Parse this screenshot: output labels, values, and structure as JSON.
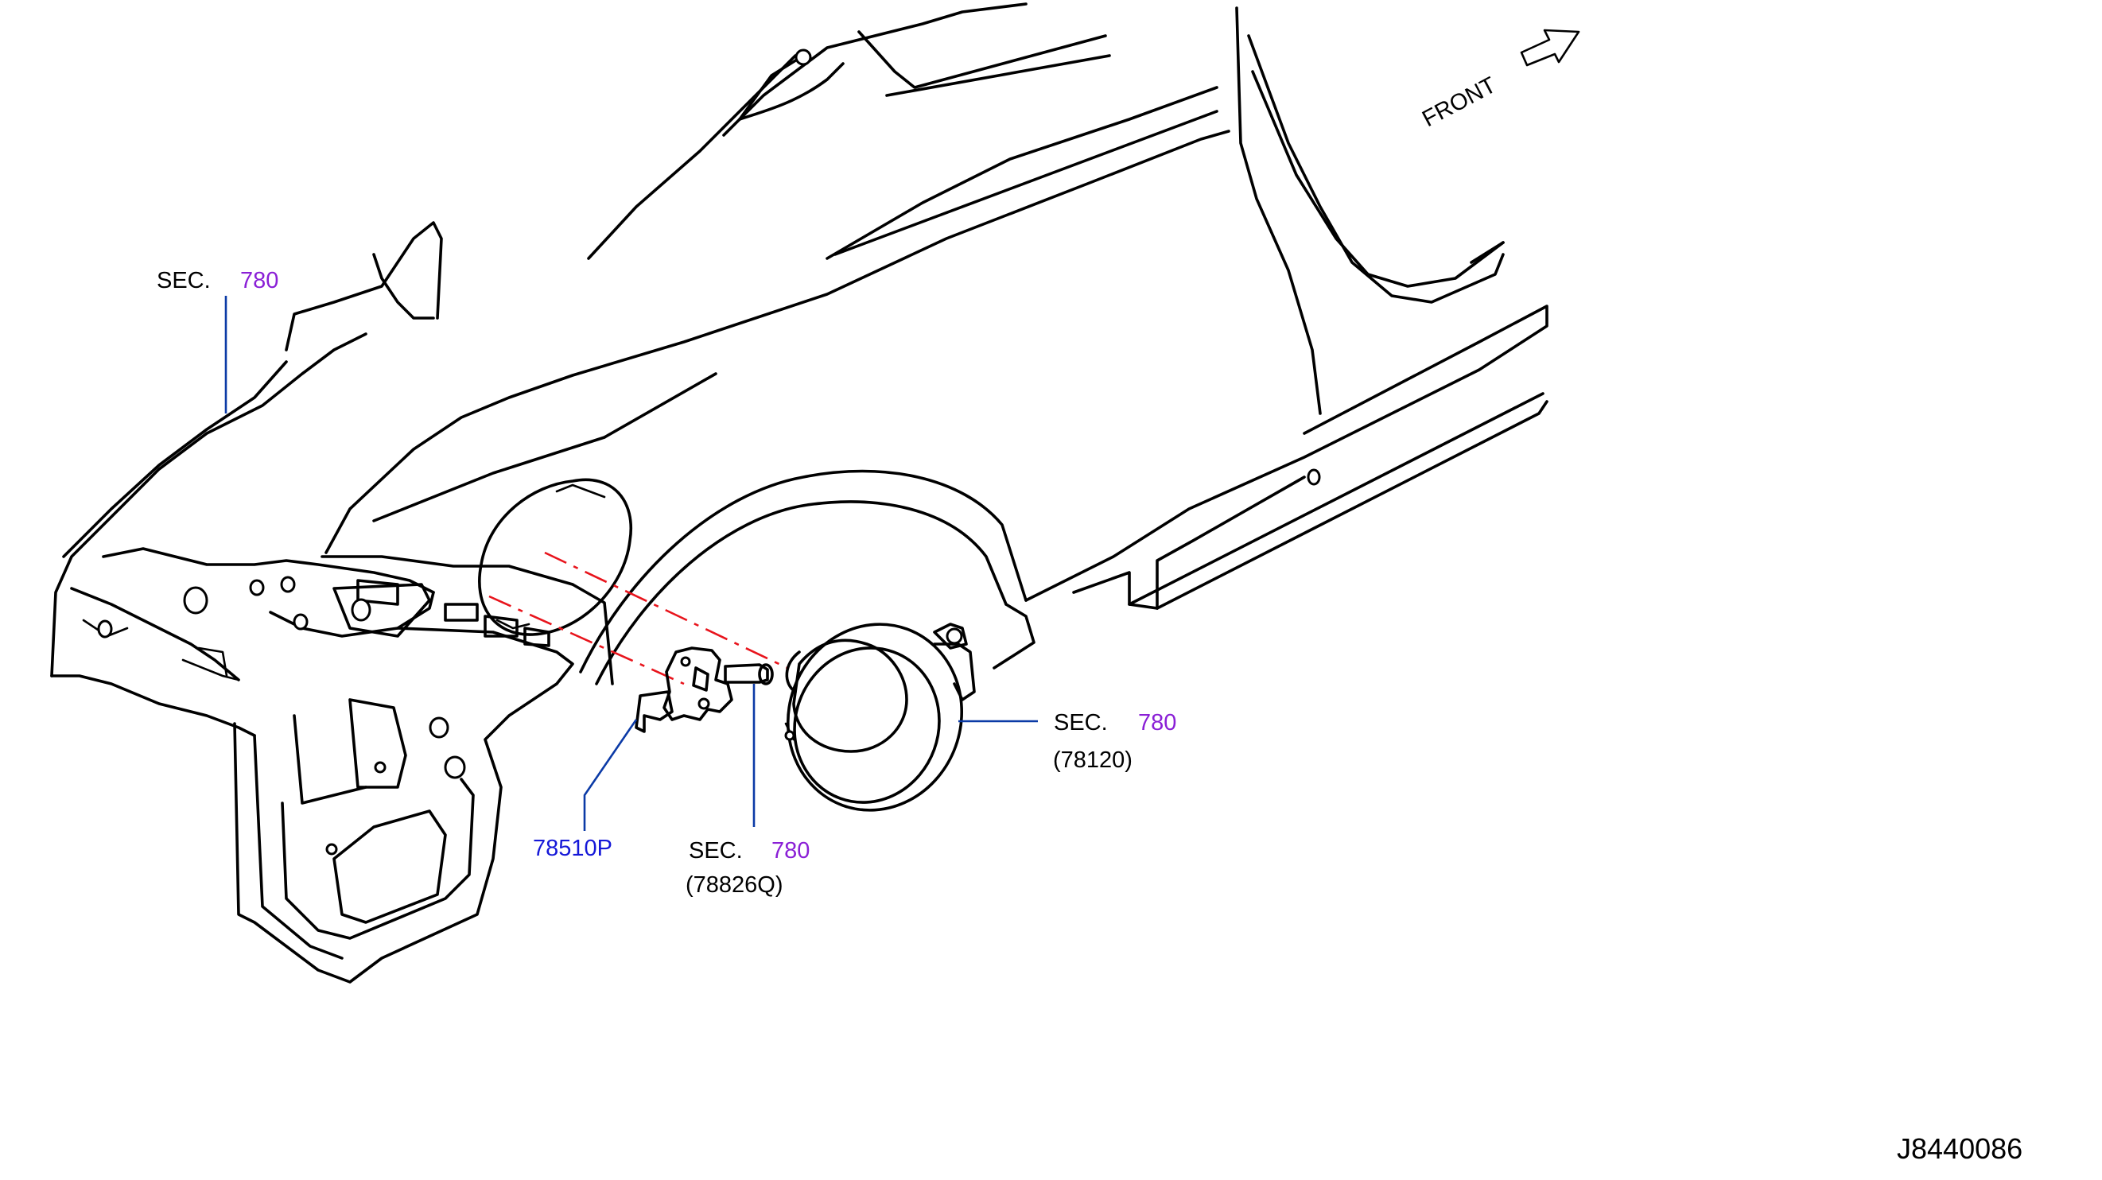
{
  "front_marker": {
    "text": "FRONT",
    "icon": "arrow-icon"
  },
  "callouts": [
    {
      "prefix": "SEC.",
      "section": "780",
      "sub": ""
    },
    {
      "prefix": "SEC.",
      "section": "780",
      "sub": "(78120)"
    },
    {
      "prefix": "SEC.",
      "section": "780",
      "sub": "(78826Q)"
    }
  ],
  "part_number": "78510P",
  "diagram_id": "J8440086",
  "colors": {
    "leader": "#0b3aa6",
    "section_ref": "#8a1fd6",
    "part_number": "#1518d8",
    "alignment_line": "#e8141c"
  }
}
